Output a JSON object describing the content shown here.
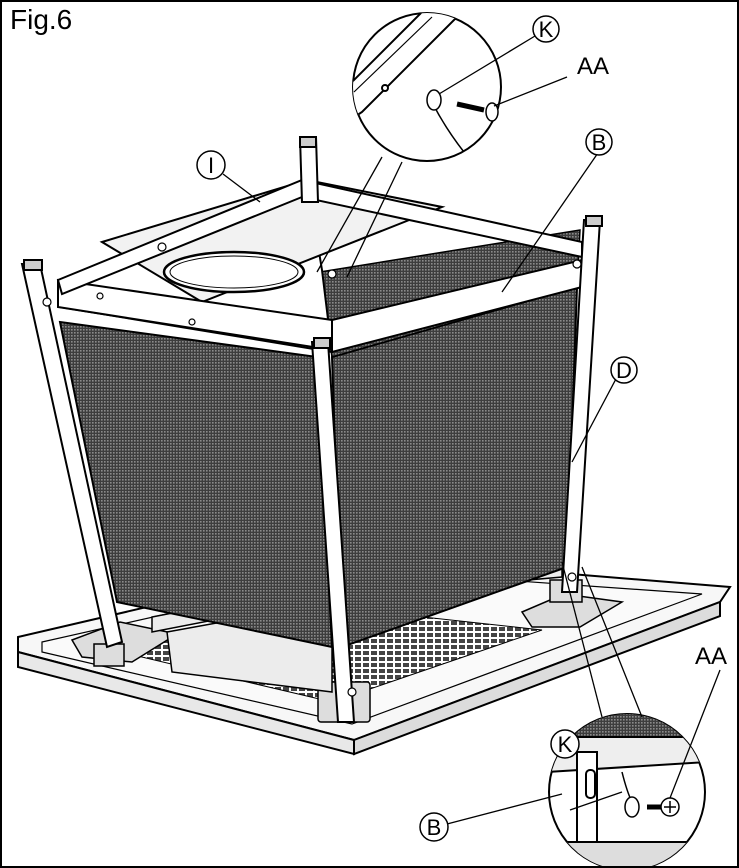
{
  "figure": {
    "title": "Fig.6"
  },
  "callouts": {
    "top_k": "K",
    "top_aa": "AA",
    "i": "I",
    "b_top": "B",
    "d": "D",
    "bottom_aa": "AA",
    "bottom_k": "K",
    "b_bottom": "B"
  },
  "colors": {
    "line": "#000000",
    "mesh": "#5a5a5a",
    "frame_fill": "#ffffff",
    "tray_fill": "#f4f4f4"
  }
}
